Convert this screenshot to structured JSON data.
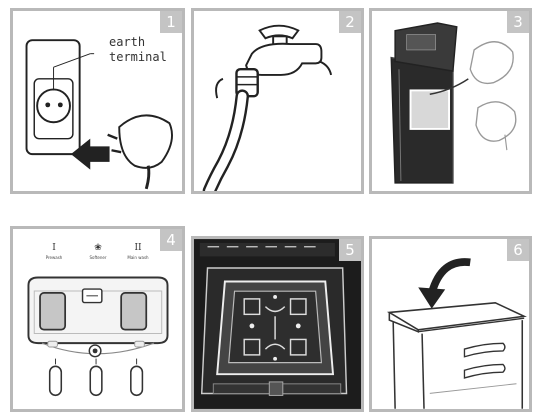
{
  "panels": [
    {
      "number": "1",
      "callout_line1": "earth",
      "callout_line2": "terminal"
    },
    {
      "number": "2"
    },
    {
      "number": "3"
    },
    {
      "number": "4",
      "compartments": [
        {
          "numeral": "I",
          "label": "Prewash"
        },
        {
          "numeral": "❀",
          "label": "Softener"
        },
        {
          "numeral": "II",
          "label": "Main wash"
        }
      ]
    },
    {
      "number": "5"
    },
    {
      "number": "6"
    }
  ]
}
